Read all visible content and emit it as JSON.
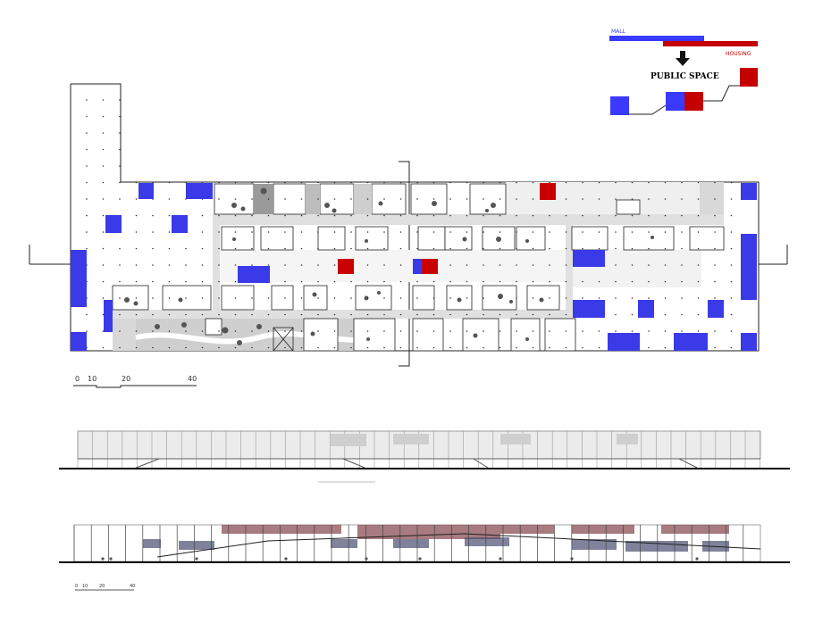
{
  "legend": {
    "mall_label": "MALL",
    "housing_label": "HOUSING",
    "public_space_label": "PUBLIC SPACE",
    "mall_color": "#3a3aff",
    "housing_color": "#c40000",
    "arrow_icon": "down-arrow-icon"
  },
  "scale_bar": {
    "ticks": [
      "0",
      "10",
      "20",
      "40"
    ]
  },
  "small_scale_bar": {
    "ticks": [
      "0",
      "10",
      "20",
      "40"
    ]
  },
  "colors": {
    "mall_block": "#3a3ae8",
    "housing_block": "#c80000",
    "wall": "#222222",
    "corridor": "#e6e6e6",
    "ground": "#000000"
  }
}
